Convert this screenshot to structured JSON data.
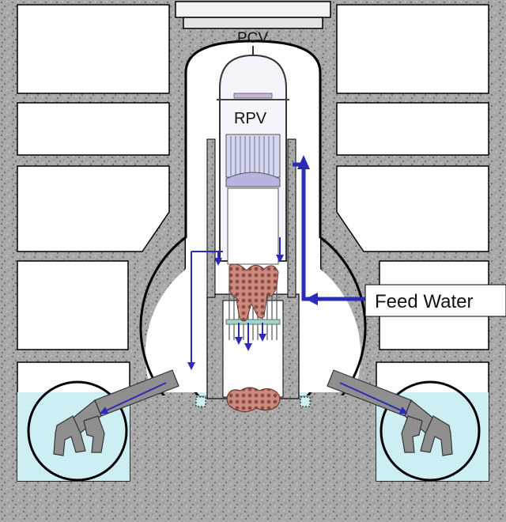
{
  "labels": {
    "pcv": "PCV",
    "rpv": "RPV",
    "feed_water": "Feed Water"
  },
  "colors": {
    "concrete": "#a9a9a9",
    "concrete_speckle_dark": "#5e5e5e",
    "concrete_speckle_light": "#d4d4d4",
    "room_fill": "#ffffff",
    "water": "#cdeef3",
    "flow_arrow": "#2b2bb8",
    "debris": "#b06a5e",
    "vessel_fill": "#e8e8f2",
    "outline": "#000000"
  },
  "icons": {
    "flow": "arrow-icon",
    "debris": "corium-debris-icon"
  }
}
